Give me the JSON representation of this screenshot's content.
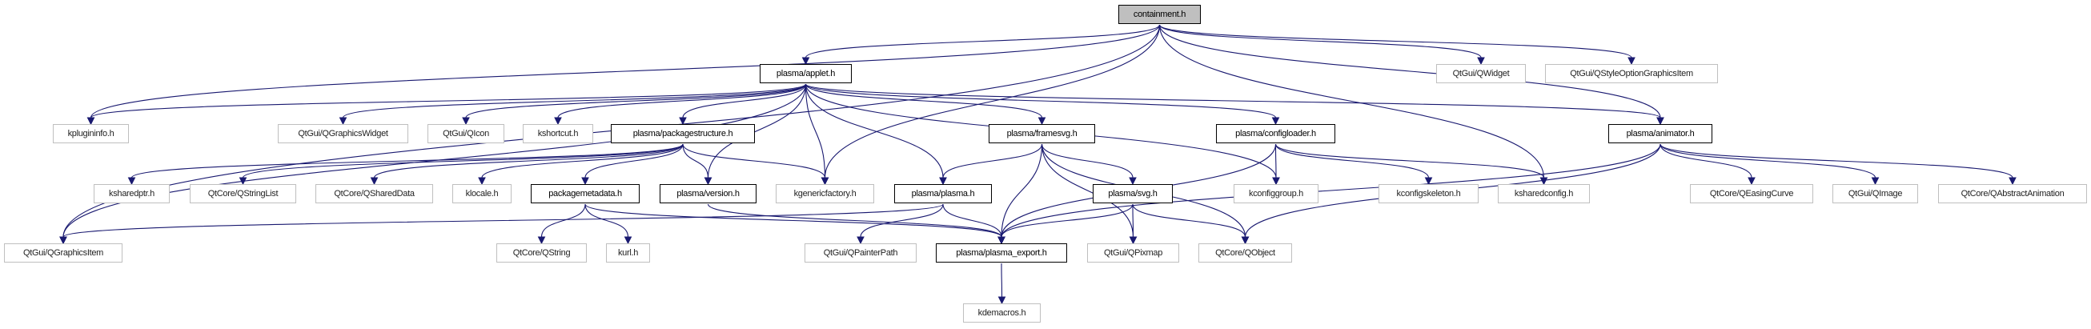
{
  "colors": {
    "edge": "#191970",
    "focus_fill": "#bfbfbf",
    "external_border": "#bfbfbf",
    "documented_border": "#000000"
  },
  "nodes": [
    {
      "id": "containment",
      "label": "containment.h",
      "kind": "focus"
    },
    {
      "id": "applet",
      "label": "plasma/applet.h",
      "kind": "documented"
    },
    {
      "id": "qwidget",
      "label": "QtGui/QWidget",
      "kind": "external"
    },
    {
      "id": "qstyleopt",
      "label": "QtGui/QStyleOptionGraphicsItem",
      "kind": "external"
    },
    {
      "id": "kplugininfo",
      "label": "kplugininfo.h",
      "kind": "external"
    },
    {
      "id": "qgraphicswidget",
      "label": "QtGui/QGraphicsWidget",
      "kind": "external"
    },
    {
      "id": "qicon",
      "label": "QtGui/QIcon",
      "kind": "external"
    },
    {
      "id": "kshortcut",
      "label": "kshortcut.h",
      "kind": "external"
    },
    {
      "id": "packagestructure",
      "label": "plasma/packagestructure.h",
      "kind": "documented"
    },
    {
      "id": "framesvg",
      "label": "plasma/framesvg.h",
      "kind": "documented"
    },
    {
      "id": "configloader",
      "label": "plasma/configloader.h",
      "kind": "documented"
    },
    {
      "id": "animator",
      "label": "plasma/animator.h",
      "kind": "documented"
    },
    {
      "id": "ksharedptr",
      "label": "ksharedptr.h",
      "kind": "external"
    },
    {
      "id": "qstringlist",
      "label": "QtCore/QStringList",
      "kind": "external"
    },
    {
      "id": "qshareddata",
      "label": "QtCore/QSharedData",
      "kind": "external"
    },
    {
      "id": "klocale",
      "label": "klocale.h",
      "kind": "external"
    },
    {
      "id": "packagemetadata",
      "label": "packagemetadata.h",
      "kind": "documented"
    },
    {
      "id": "version",
      "label": "plasma/version.h",
      "kind": "documented"
    },
    {
      "id": "kgenericfactory",
      "label": "kgenericfactory.h",
      "kind": "external"
    },
    {
      "id": "plasma",
      "label": "plasma/plasma.h",
      "kind": "documented"
    },
    {
      "id": "svg",
      "label": "plasma/svg.h",
      "kind": "documented"
    },
    {
      "id": "kconfiggroup",
      "label": "kconfiggroup.h",
      "kind": "external"
    },
    {
      "id": "kconfigskeleton",
      "label": "kconfigskeleton.h",
      "kind": "external"
    },
    {
      "id": "ksharedconfig",
      "label": "ksharedconfig.h",
      "kind": "external"
    },
    {
      "id": "qeasingcurve",
      "label": "QtCore/QEasingCurve",
      "kind": "external"
    },
    {
      "id": "qimage",
      "label": "QtGui/QImage",
      "kind": "external"
    },
    {
      "id": "qabstractanimation",
      "label": "QtCore/QAbstractAnimation",
      "kind": "external"
    },
    {
      "id": "qgraphicsitem",
      "label": "QtGui/QGraphicsItem",
      "kind": "external"
    },
    {
      "id": "qstring",
      "label": "QtCore/QString",
      "kind": "external"
    },
    {
      "id": "kurl",
      "label": "kurl.h",
      "kind": "external"
    },
    {
      "id": "qpainterpath",
      "label": "QtGui/QPainterPath",
      "kind": "external"
    },
    {
      "id": "plasma_export",
      "label": "plasma/plasma_export.h",
      "kind": "documented"
    },
    {
      "id": "qpixmap",
      "label": "QtGui/QPixmap",
      "kind": "external"
    },
    {
      "id": "qobject",
      "label": "QtCore/QObject",
      "kind": "external"
    },
    {
      "id": "kdemacros",
      "label": "kdemacros.h",
      "kind": "external"
    }
  ],
  "edges": [
    [
      "containment",
      "applet"
    ],
    [
      "containment",
      "kplugininfo"
    ],
    [
      "containment",
      "qgraphicsitem"
    ],
    [
      "containment",
      "kgenericfactory"
    ],
    [
      "containment",
      "ksharedconfig"
    ],
    [
      "containment",
      "qwidget"
    ],
    [
      "containment",
      "qstyleopt"
    ],
    [
      "containment",
      "animator"
    ],
    [
      "applet",
      "kplugininfo"
    ],
    [
      "applet",
      "qgraphicsitem"
    ],
    [
      "applet",
      "qgraphicswidget"
    ],
    [
      "applet",
      "qicon"
    ],
    [
      "applet",
      "kshortcut"
    ],
    [
      "applet",
      "packagestructure"
    ],
    [
      "applet",
      "version"
    ],
    [
      "applet",
      "kgenericfactory"
    ],
    [
      "applet",
      "plasma"
    ],
    [
      "applet",
      "framesvg"
    ],
    [
      "applet",
      "kconfiggroup"
    ],
    [
      "applet",
      "configloader"
    ],
    [
      "applet",
      "animator"
    ],
    [
      "packagestructure",
      "ksharedptr"
    ],
    [
      "packagestructure",
      "qstringlist"
    ],
    [
      "packagestructure",
      "qshareddata"
    ],
    [
      "packagestructure",
      "klocale"
    ],
    [
      "packagestructure",
      "packagemetadata"
    ],
    [
      "packagestructure",
      "version"
    ],
    [
      "packagestructure",
      "kgenericfactory"
    ],
    [
      "packagemetadata",
      "qstring"
    ],
    [
      "packagemetadata",
      "kurl"
    ],
    [
      "packagemetadata",
      "plasma_export"
    ],
    [
      "version",
      "plasma_export"
    ],
    [
      "plasma",
      "qgraphicsitem"
    ],
    [
      "plasma",
      "qpainterpath"
    ],
    [
      "plasma",
      "plasma_export"
    ],
    [
      "framesvg",
      "plasma"
    ],
    [
      "framesvg",
      "plasma_export"
    ],
    [
      "framesvg",
      "qpixmap"
    ],
    [
      "framesvg",
      "svg"
    ],
    [
      "framesvg",
      "qobject"
    ],
    [
      "svg",
      "plasma_export"
    ],
    [
      "svg",
      "qpixmap"
    ],
    [
      "svg",
      "qobject"
    ],
    [
      "configloader",
      "kconfiggroup"
    ],
    [
      "configloader",
      "plasma_export"
    ],
    [
      "configloader",
      "kconfigskeleton"
    ],
    [
      "configloader",
      "ksharedconfig"
    ],
    [
      "animator",
      "plasma_export"
    ],
    [
      "animator",
      "qobject"
    ],
    [
      "animator",
      "qeasingcurve"
    ],
    [
      "animator",
      "qimage"
    ],
    [
      "animator",
      "qabstractanimation"
    ],
    [
      "plasma_export",
      "kdemacros"
    ]
  ]
}
